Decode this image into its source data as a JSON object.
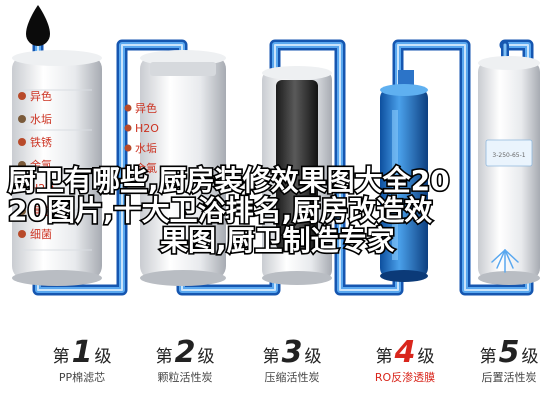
{
  "title_lines": [
    "厨卫有哪些,厨房装修效果图大全20",
    "20图片,十大卫浴排名,厨房改造效",
    "果图,厨卫制造专家"
  ],
  "contaminants": [
    "异色",
    "水垢",
    "铁锈",
    "余氯",
    "H2O",
    "重金属",
    "细菌"
  ],
  "contaminants_stage2": [
    "异色",
    "H2O",
    "水垢",
    "余氯"
  ],
  "stages": [
    {
      "prefix": "第",
      "num": "1",
      "suffix": "级",
      "sub": "PP棉滤芯"
    },
    {
      "prefix": "第",
      "num": "2",
      "suffix": "级",
      "sub": "颗粒活性炭"
    },
    {
      "prefix": "第",
      "num": "3",
      "suffix": "级",
      "sub": "压缩活性炭"
    },
    {
      "prefix": "第",
      "num": "4",
      "suffix": "级",
      "sub": "RO反渗透膜"
    },
    {
      "prefix": "第",
      "num": "5",
      "suffix": "级",
      "sub": "后置活性炭"
    }
  ],
  "gauge_text": "3-250-65-1",
  "colors": {
    "pipe": "#1f6fd6",
    "pipe_light": "#6fb0f0",
    "accent_red": "#d9261c",
    "drop": "#0b0b0b"
  },
  "icons": [
    "water-drop-icon",
    "spray-icon"
  ]
}
